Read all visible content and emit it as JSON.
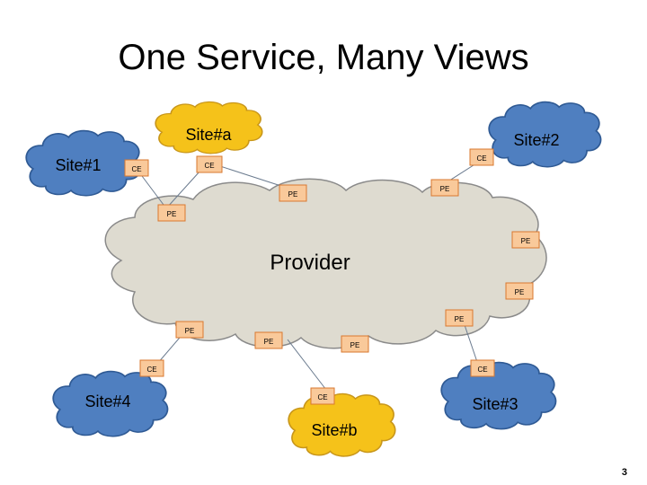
{
  "title": "One Service, Many Views",
  "slide_number": "3",
  "colors": {
    "provider_cloud": "#dedbd0",
    "site_numbered": "#4f7fc0",
    "site_lettered": "#f5c21a",
    "router_box": "#f9c99a"
  },
  "provider": {
    "label": "Provider"
  },
  "sites": {
    "site1": "Site#1",
    "site2": "Site#2",
    "site3": "Site#3",
    "site4": "Site#4",
    "siteA": "Site#a",
    "siteB": "Site#b"
  },
  "routers": {
    "ce_site1": "CE",
    "ce_sitea": "CE",
    "ce_site2": "CE",
    "ce_site4": "CE",
    "ce_site3": "CE",
    "ce_siteb": "CE",
    "pe_top_left": "PE",
    "pe_top_mid": "PE",
    "pe_top_right": "PE",
    "pe_right_upper": "PE",
    "pe_right_lower": "PE",
    "pe_bottom_right": "PE",
    "pe_bottom_left": "PE",
    "pe_bottom_mid": "PE",
    "pe_bottom_center": "PE"
  }
}
